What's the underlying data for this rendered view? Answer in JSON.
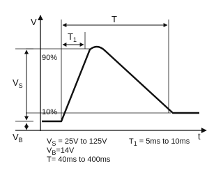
{
  "axis": {
    "y_label": "V",
    "x_label": "t"
  },
  "time_marks": {
    "period_label": "T",
    "rise_label": "T",
    "rise_label_sub": "1"
  },
  "level_marks": {
    "upper_pct": "90%",
    "lower_pct": "10%",
    "vs_label": "V",
    "vs_label_sub": "S",
    "vb_label": "V",
    "vb_label_sub": "B"
  },
  "specs": {
    "vs_line_prefix": "V",
    "vs_line_sub": "S",
    "vs_line_text": " = 25V to 125V",
    "vb_line_prefix": "V",
    "vb_line_sub": "B",
    "vb_line_text": "=14V",
    "t_line": "T= 40ms to 400ms",
    "t1_line_prefix": "T",
    "t1_line_sub": "1",
    "t1_line_text": " = 5ms to 10ms"
  },
  "colors": {
    "stroke": "#111111",
    "background": "#ffffff"
  }
}
